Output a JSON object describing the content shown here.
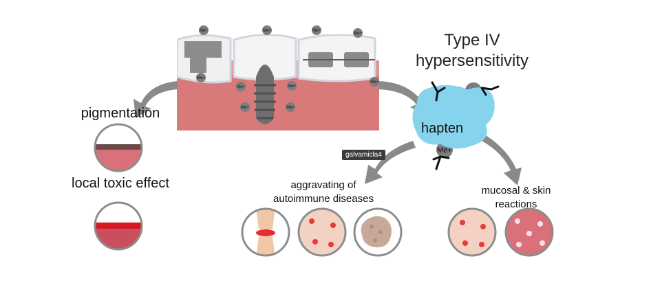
{
  "title_line1": "Type IV",
  "title_line2": "hypersensitivity",
  "hapten_label": "hapten",
  "ion_label": "Me+",
  "watermark_tag": "galvamicla4",
  "left_labels": {
    "pigmentation": "pigmentation",
    "local_toxic": "local toxic effect"
  },
  "autoimmune_label": {
    "line1": "aggravating of",
    "line2": "autoimmune diseases"
  },
  "mucosal_label": {
    "line1": "mucosal & skin",
    "line2": "reactions"
  },
  "colors": {
    "gum": "#d8797a",
    "gum_light": "#e8a0a0",
    "tooth": "#f2f2f2",
    "hapten": "#86d3ee",
    "arrow": "#8a8a8a",
    "ion": "#7d7d7d",
    "lesion_red": "#e03030",
    "skin": "#f3d2c4"
  }
}
